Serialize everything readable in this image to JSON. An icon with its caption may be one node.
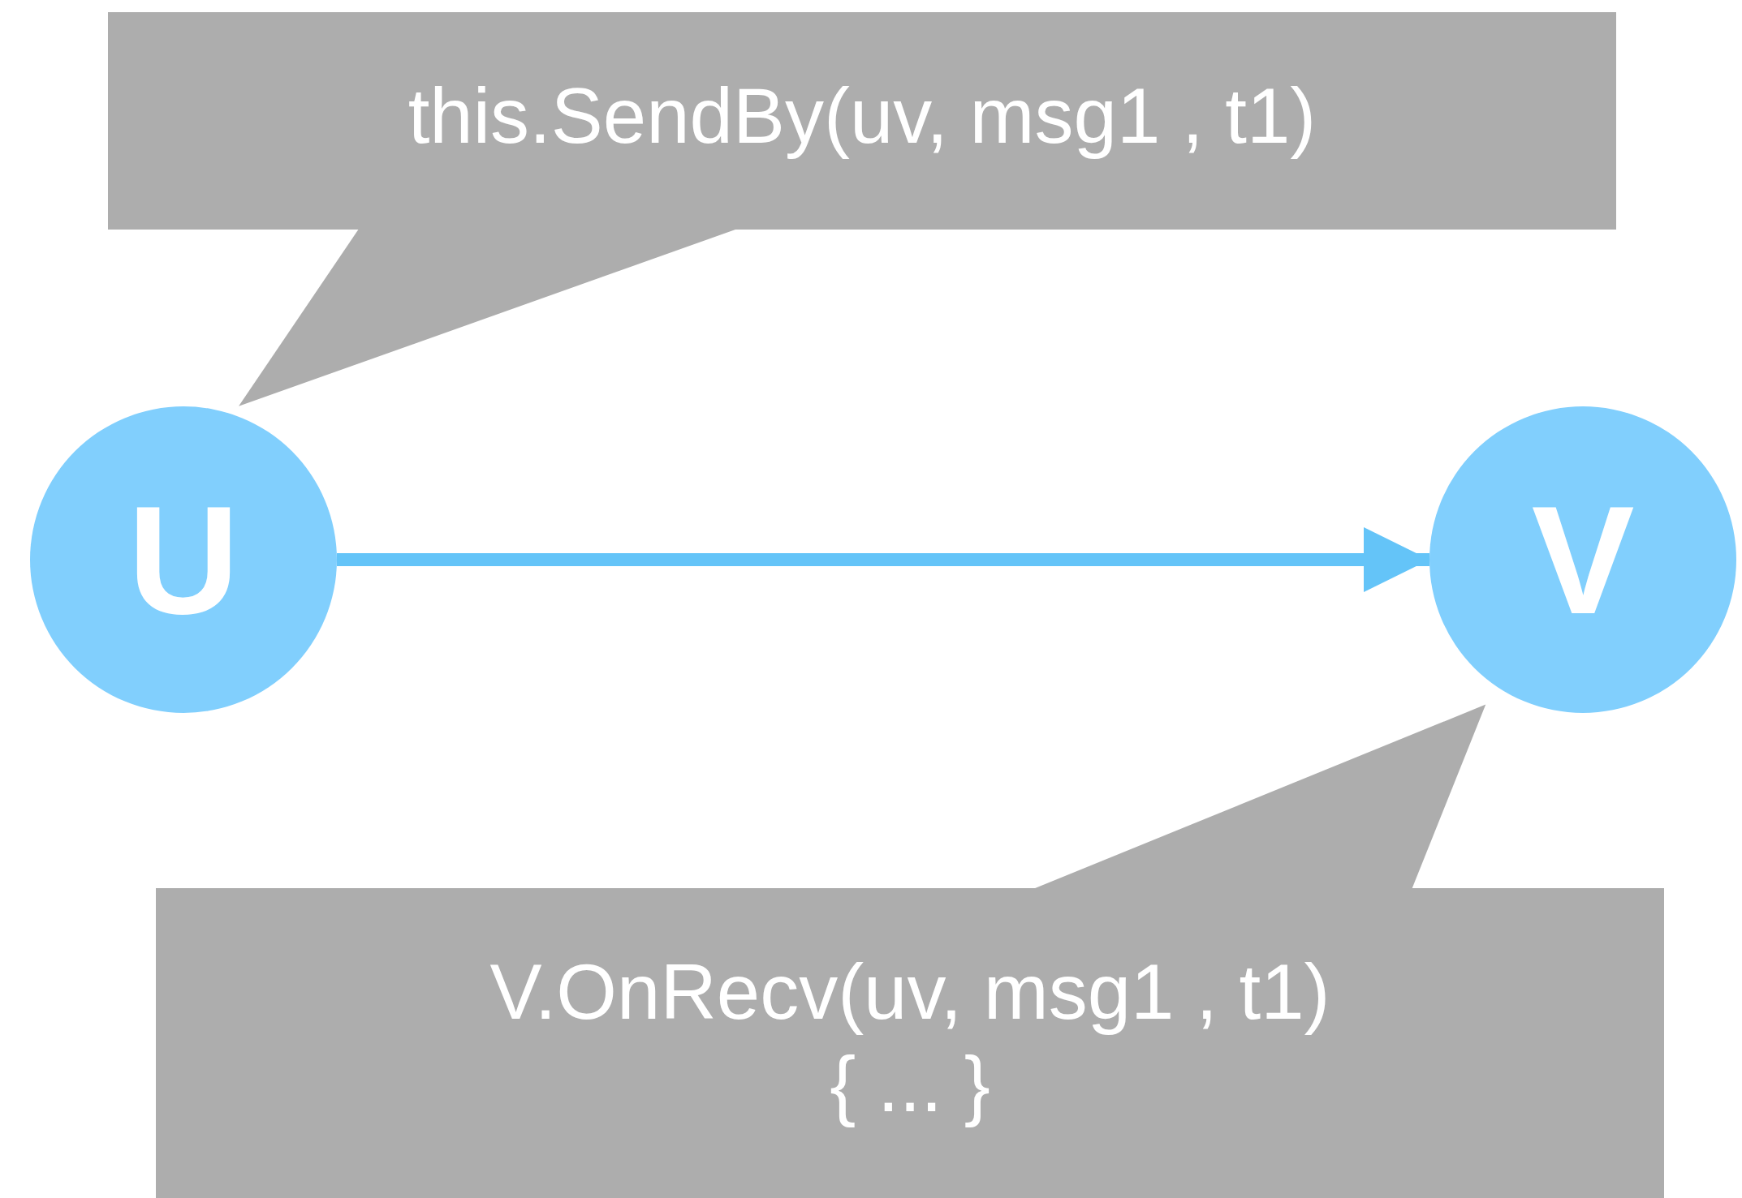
{
  "diagram": {
    "nodes": [
      {
        "text": [
          "this.SendBy(uv, msg1 , t1)"
        ]
      },
      {
        "text": [
          "U"
        ]
      },
      {
        "text": [
          "V"
        ]
      },
      {
        "text": [
          "V.OnRecv(uv, msg1 , t1)",
          "{ ... }"
        ]
      }
    ],
    "edges": [
      {
        "from": 1,
        "to": 2,
        "arrow": "to",
        "color": "#64c4f8"
      },
      {
        "from": 0,
        "to": 1,
        "arrow": "none"
      },
      {
        "from": 3,
        "to": 2,
        "arrow": "none"
      }
    ]
  }
}
